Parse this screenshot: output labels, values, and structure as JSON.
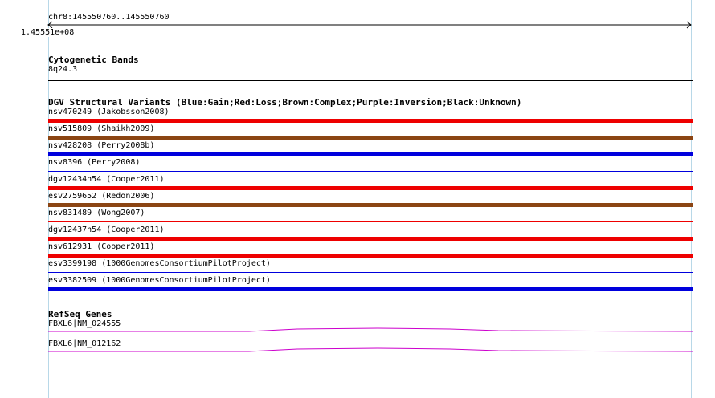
{
  "ruler": {
    "coords": "chr8:145550760..145550760",
    "tick_label": "1.45551e+08"
  },
  "cyto": {
    "title": "Cytogenetic Bands",
    "band": "8q24.3"
  },
  "dgv": {
    "title": "DGV Structural Variants (Blue:Gain;Red:Loss;Brown:Complex;Purple:Inversion;Black:Unknown)",
    "items": [
      {
        "label": "nsv470249 (Jakobsson2008)",
        "type": "loss",
        "color": "#ee0000"
      },
      {
        "label": "nsv515809 (Shaikh2009)",
        "type": "complex",
        "color": "#8b4513"
      },
      {
        "label": "nsv428208 (Perry2008b)",
        "type": "gain",
        "color": "#0000dd"
      },
      {
        "label": "nsv8396 (Perry2008)",
        "type": "gain",
        "color": "#0000dd"
      },
      {
        "label": "dgv12434n54 (Cooper2011)",
        "type": "loss",
        "color": "#ee0000"
      },
      {
        "label": "esv2759652 (Redon2006)",
        "type": "complex",
        "color": "#8b4513"
      },
      {
        "label": "nsv831489 (Wong2007)",
        "type": "loss",
        "color": "#ee0000"
      },
      {
        "label": "dgv12437n54 (Cooper2011)",
        "type": "loss",
        "color": "#ee0000"
      },
      {
        "label": "nsv612931 (Cooper2011)",
        "type": "loss",
        "color": "#ee0000"
      },
      {
        "label": "esv3399198 (1000GenomesConsortiumPilotProject)",
        "type": "gain",
        "color": "#0000dd"
      },
      {
        "label": "esv3382509 (1000GenomesConsortiumPilotProject)",
        "type": "gain",
        "color": "#0000dd"
      }
    ]
  },
  "refseq": {
    "title": "RefSeq Genes",
    "items": [
      {
        "label": "FBXL6|NM_024555",
        "color": "#cc00cc"
      },
      {
        "label": "FBXL6|NM_012162",
        "color": "#cc00cc"
      }
    ]
  }
}
